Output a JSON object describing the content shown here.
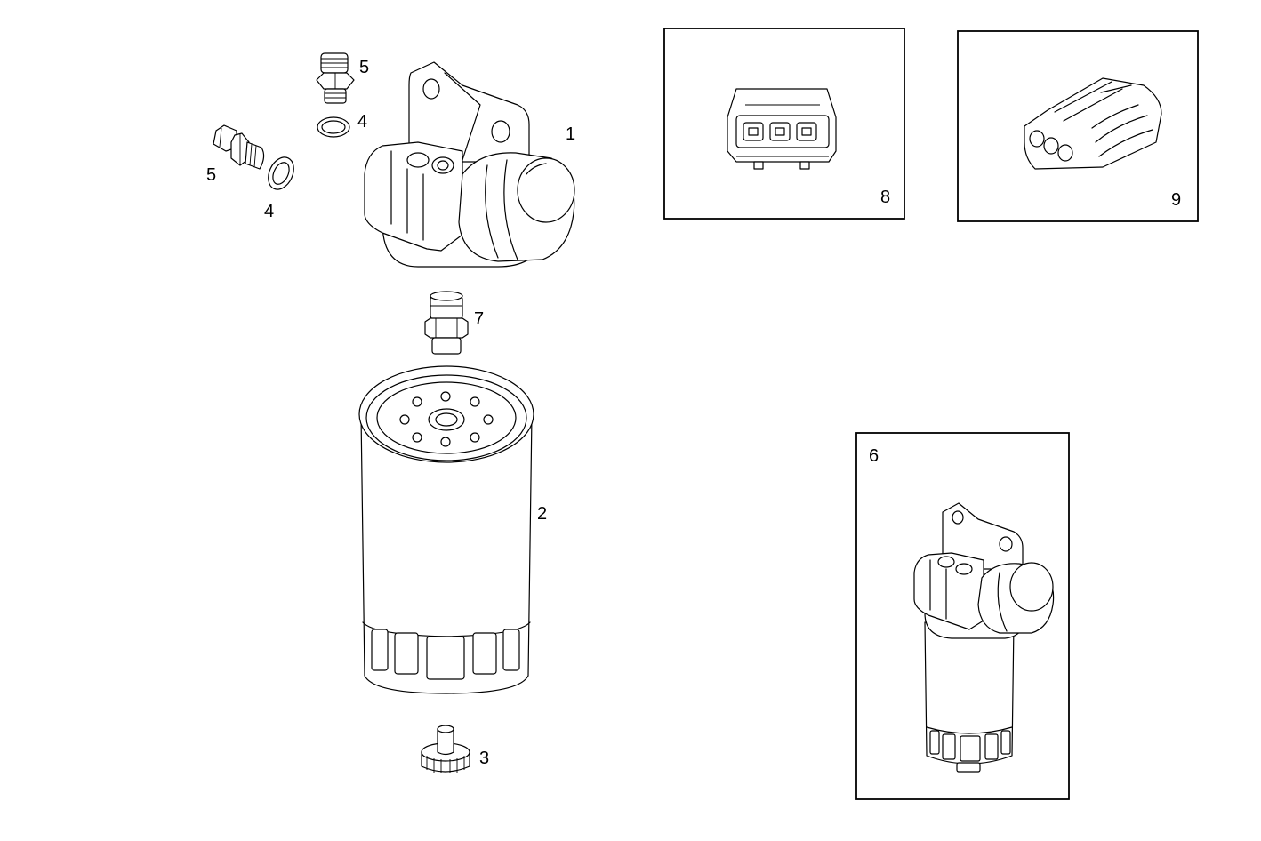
{
  "labels": {
    "housing": "1",
    "filter_cartridge": "2",
    "drain_plug": "3",
    "seal_ring_top": "4",
    "seal_ring_left": "4",
    "fitting_top": "5",
    "fitting_left": "5",
    "filter_assembly": "6",
    "nipple": "7",
    "connector_8": "8",
    "connector_9": "9"
  },
  "colors": {
    "line": "#000000",
    "background": "#ffffff"
  }
}
